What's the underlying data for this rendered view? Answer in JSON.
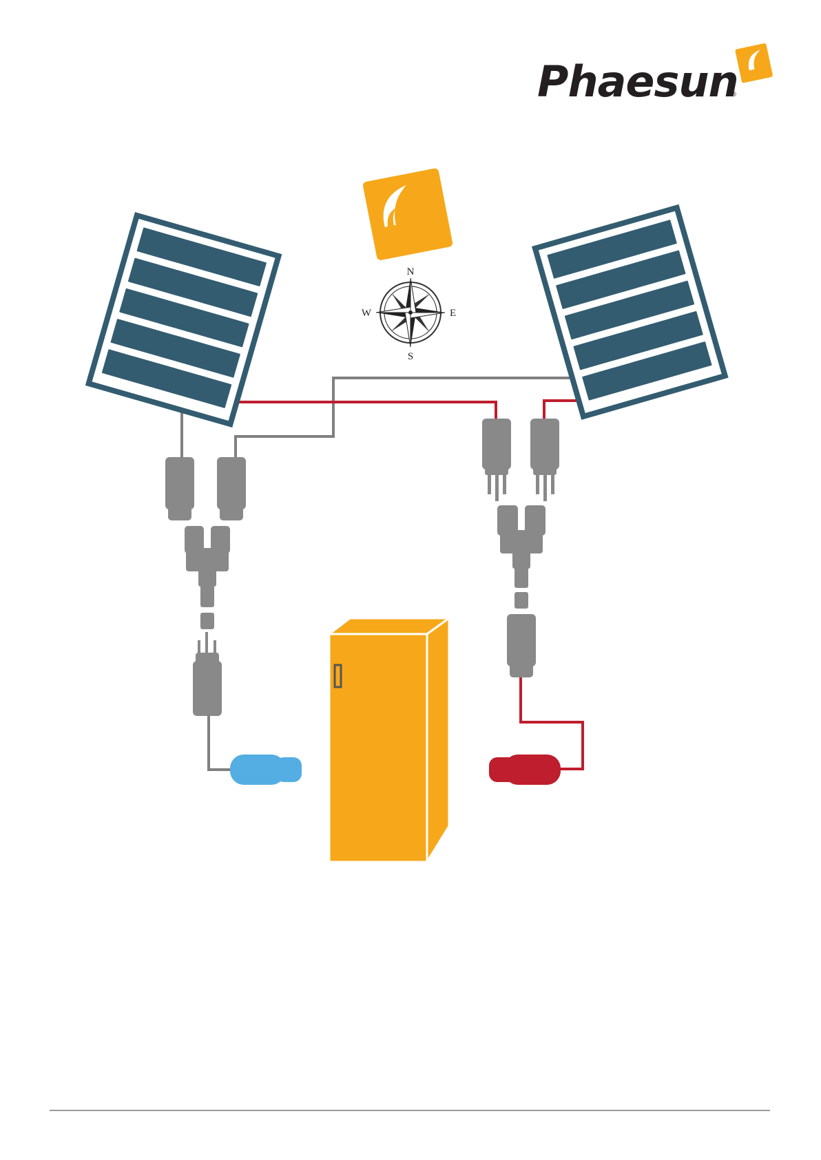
{
  "brand": {
    "name": "Phaesun",
    "registered_mark": "®"
  },
  "compass": {
    "north": "N",
    "east": "E",
    "south": "S",
    "west": "W"
  },
  "colors": {
    "panel_frame": "#335c70",
    "panel_cell": "#335c70",
    "brand_orange": "#f6a81a",
    "cable_grey": "#808080",
    "cable_red": "#be1e2d",
    "connector_grey": "#898989",
    "terminal_negative": "#54ade3",
    "terminal_positive": "#be1e2d",
    "logo_text": "#231f20"
  },
  "icons": {
    "sun": "sun-tile-icon",
    "compass": "compass-rose-icon",
    "solar_panel": "solar-panel-icon",
    "inverter": "inverter-cabinet-icon",
    "y_connector": "branch-connector-icon"
  }
}
